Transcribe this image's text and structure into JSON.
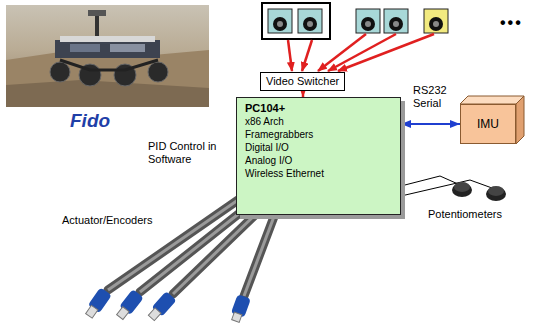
{
  "diagram": {
    "nodes": [
      {
        "text": [
          "Video Switcher"
        ]
      },
      {
        "text": [
          "PC104+",
          "x86 Arch",
          "Framegrabbers",
          "Digital I/O",
          "Analog I/O",
          "Wireless Ethernet"
        ]
      },
      {
        "text": [
          "IMU"
        ]
      }
    ],
    "edges": [
      {
        "from": 0,
        "to": 1,
        "arrow": "to"
      },
      {
        "from": 1,
        "to": 2,
        "arrow": "both",
        "label": "RS232 Serial"
      }
    ],
    "labels": [
      "Fido",
      "•••",
      "PID Control in Software",
      "Potentiometers",
      "Actuator/Encoders"
    ]
  }
}
